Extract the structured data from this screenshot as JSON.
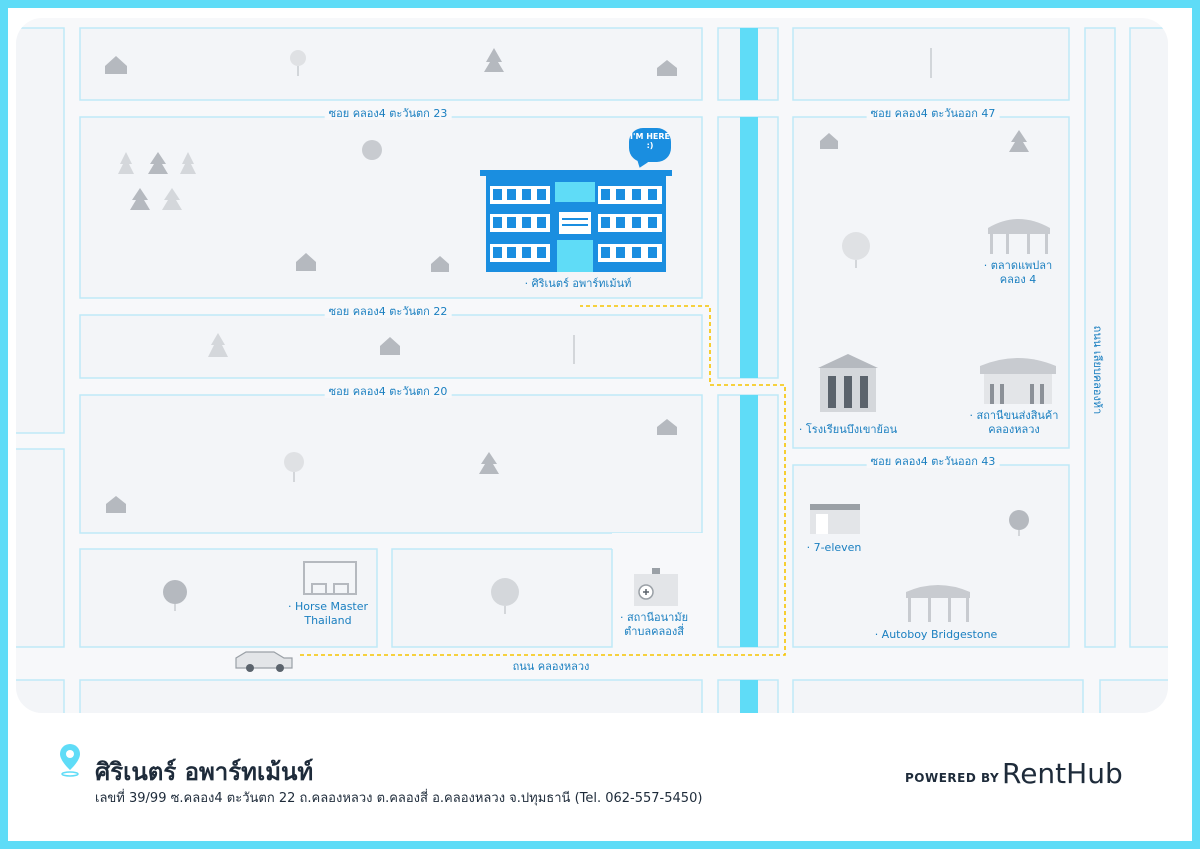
{
  "map": {
    "you_are_here": "I'M HERE :)",
    "building_label": "· ศิริเนตร์ อพาร์ทเม้นท์",
    "roads": {
      "soi23": "ซอย คลอง4 ตะวันตก 23",
      "soi22": "ซอย คลอง4 ตะวันตก 22",
      "soi20": "ซอย คลอง4 ตะวันตก 20",
      "soi47": "ซอย คลอง4 ตะวันออก 47",
      "soi43": "ซอย คลอง4 ตะวันออก 43",
      "main_road": "ถนน คลองหลวง",
      "vertical_road": "ถนน เลียบคลองห้า"
    },
    "places": {
      "fish_market": "· ตลาดแพปลา\nคลอง 4",
      "school": "· โรงเรียนบึงเขาย้อน",
      "transport": "· สถานีขนส่งสินค้า\nคลองหลวง",
      "seven_eleven": "· 7-eleven",
      "autoboy": "· Autoboy Bridgestone",
      "horse_master": "· Horse Master\nThailand",
      "health_station": "· สถานีอนามัย\nตำบลคลองสี่"
    },
    "colors": {
      "canal": "#5fdcf7",
      "building": "#1a8ee0",
      "route": "#f5c400",
      "road_line": "#bfe9f7"
    }
  },
  "footer": {
    "title": "ศิริเนตร์ อพาร์ทเม้นท์",
    "address": "เลขที่ 39/99 ซ.คลอง4 ตะวันตก 22 ถ.คลองหลวง ต.คลองสี่ อ.คลองหลวง จ.ปทุมธานี (Tel. 062-557-5450)",
    "powered_by": "POWERED BY",
    "brand": "RentHub"
  }
}
